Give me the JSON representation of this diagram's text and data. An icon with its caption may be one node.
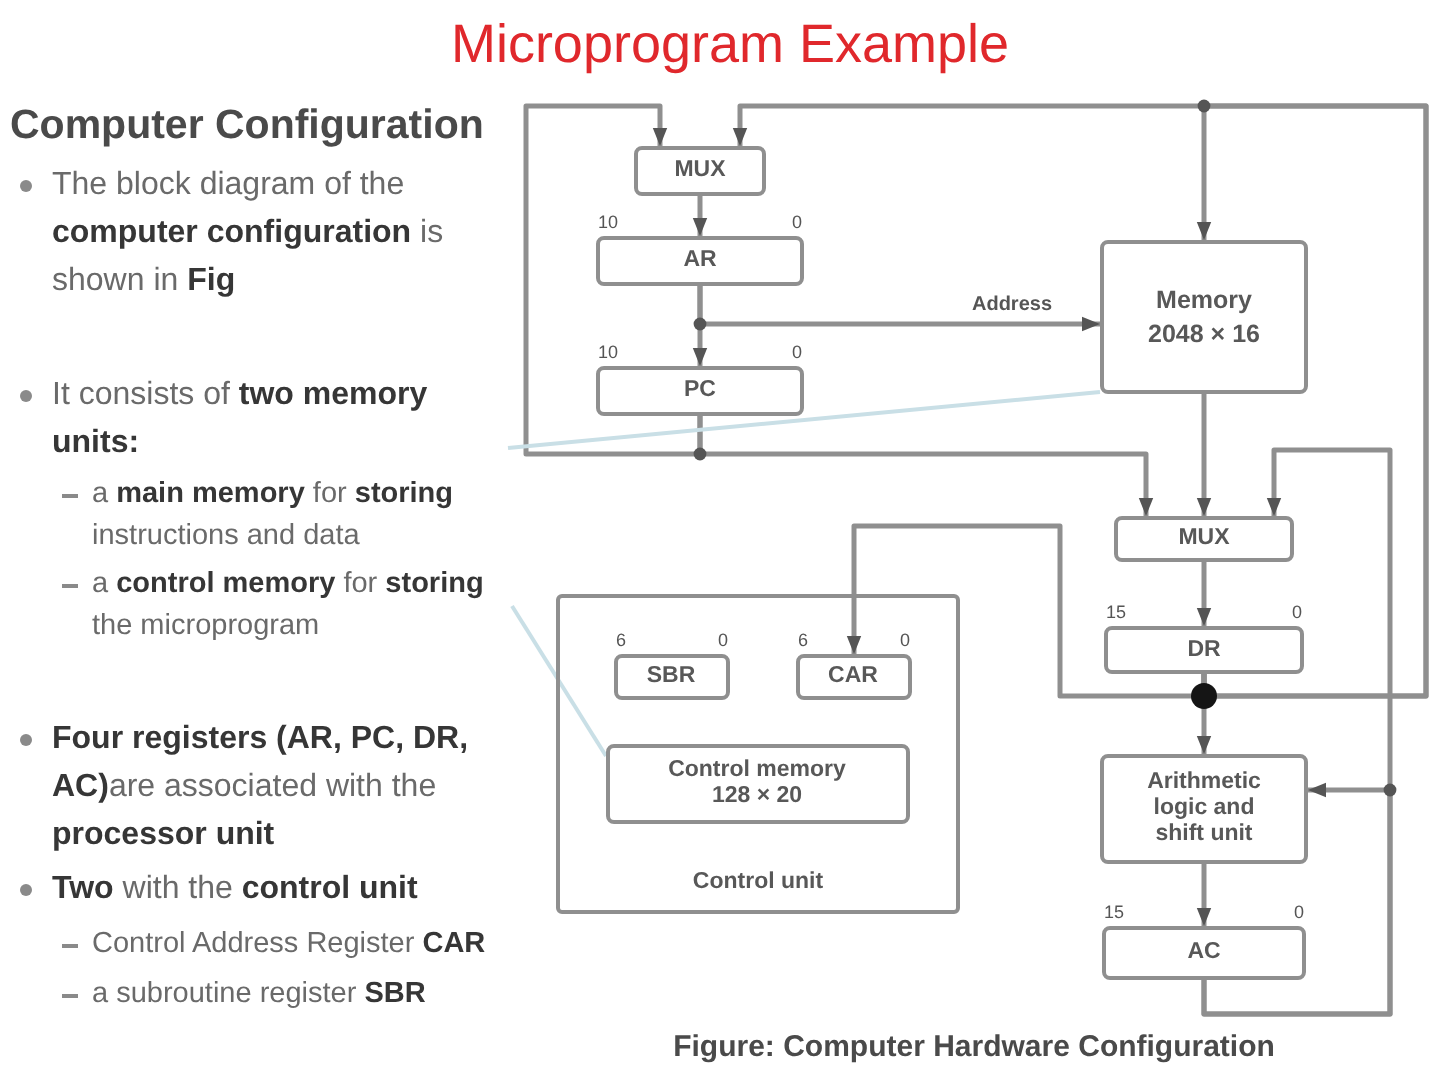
{
  "diagram": {
    "title": "Microprogram Example",
    "caption": "Figure: Computer Hardware Configuration",
    "nodes": [
      {
        "text": [
          "MUX"
        ]
      },
      {
        "text": [
          "AR"
        ],
        "beside": [
          "10",
          "0"
        ]
      },
      {
        "text": [
          "Memory",
          "2048 × 16"
        ]
      },
      {
        "text": [
          "PC"
        ],
        "beside": [
          "10",
          "0"
        ]
      },
      {
        "text": [
          "MUX"
        ]
      },
      {
        "text": [
          "DR"
        ],
        "beside": [
          "15",
          "0"
        ]
      },
      {
        "text": [
          "Control unit"
        ]
      },
      {
        "text": [
          "SBR"
        ],
        "in": 6,
        "beside": [
          "6",
          "0"
        ]
      },
      {
        "text": [
          "CAR"
        ],
        "in": 6,
        "beside": [
          "6",
          "0"
        ]
      },
      {
        "text": [
          "Control memory",
          "128 × 20"
        ],
        "in": 6
      },
      {
        "text": [
          "Arithmetic logic and shift unit"
        ]
      },
      {
        "text": [
          "AC"
        ],
        "beside": [
          "15",
          "0"
        ]
      },
      {
        "text": [
          "It consists of **two memory units:**"
        ]
      },
      {
        "text": [
          "a **control memory** for **storing** the microprogram"
        ]
      }
    ],
    "edges": [
      {
        "from": 0,
        "to": 1,
        "arrow": "to"
      },
      {
        "from": 1,
        "to": 2,
        "arrow": "to",
        "label": "Address"
      },
      {
        "from": 1,
        "to": 3,
        "arrow": "to"
      },
      {
        "from": 3,
        "to": 0,
        "arrow": "to"
      },
      {
        "from": 3,
        "to": 4,
        "arrow": "to"
      },
      {
        "from": 2,
        "to": 4,
        "arrow": "to"
      },
      {
        "from": 11,
        "to": 4,
        "arrow": "to"
      },
      {
        "from": 4,
        "to": 5,
        "arrow": "to"
      },
      {
        "from": 5,
        "to": 10,
        "arrow": "to"
      },
      {
        "from": 5,
        "to": 2,
        "arrow": "to"
      },
      {
        "from": 5,
        "to": 0,
        "arrow": "to"
      },
      {
        "from": 5,
        "to": 8,
        "arrow": "to"
      },
      {
        "from": 10,
        "to": 11,
        "arrow": "to"
      },
      {
        "from": 11,
        "to": 10,
        "arrow": "to"
      },
      {
        "from": 12,
        "to": 2,
        "arrow": "none",
        "color": "#c9dfe6"
      },
      {
        "from": 13,
        "to": 9,
        "arrow": "none",
        "color": "#c9dfe6"
      }
    ],
    "labels": [
      "Computer Configuration",
      "The block diagram of the **computer configuration** is shown in **Fig**",
      "a **main memory** for **storing** instructions and data",
      "**Four registers (AR, PC, DR, AC)**are associated with the **processor unit**",
      "**Two** with the **control unit**",
      "Control Address Register **CAR**",
      "a subroutine register **SBR**"
    ]
  }
}
